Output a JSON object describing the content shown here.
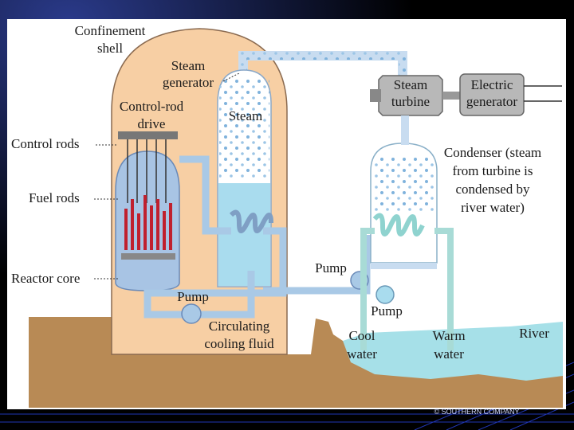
{
  "labels": {
    "confinement_shell": [
      "Confinement",
      "shell"
    ],
    "steam_generator": [
      "Steam",
      "generator"
    ],
    "steam": "Steam",
    "control_rod_drive": [
      "Control-rod",
      "drive"
    ],
    "control_rods": "Control rods",
    "fuel_rods": "Fuel rods",
    "reactor_core": "Reactor core",
    "pump_main": "Pump",
    "circulating_cooling_fluid": [
      "Circulating",
      "cooling fluid"
    ],
    "steam_turbine": [
      "Steam",
      "turbine"
    ],
    "electric_generator": [
      "Electric",
      "generator"
    ],
    "condenser": [
      "Condenser (steam",
      "from turbine is",
      "condensed by",
      "river water)"
    ],
    "pump_condenser": "Pump",
    "pump_river": "Pump",
    "cool_water": [
      "Cool",
      "water"
    ],
    "warm_water": [
      "Warm",
      "water"
    ],
    "river": "River",
    "copyright": "© SOUTHERN COMPANY"
  },
  "colors": {
    "background": "#000000",
    "panel": "#ffffff",
    "shell": "#f7cfa4",
    "shell_stroke": "#8a6a50",
    "reactor_blue": "#a8c4e4",
    "fuel_rod_red": "#c0202e",
    "steam_dot": "#7fb2dc",
    "water_blue": "#a9dcee",
    "pipe_blue": "#a9c9e6",
    "pipe_teal": "#a8dbd6",
    "ground": "#b88a55",
    "river": "#a6e0e8",
    "machine_gray": "#b8b8b8"
  }
}
